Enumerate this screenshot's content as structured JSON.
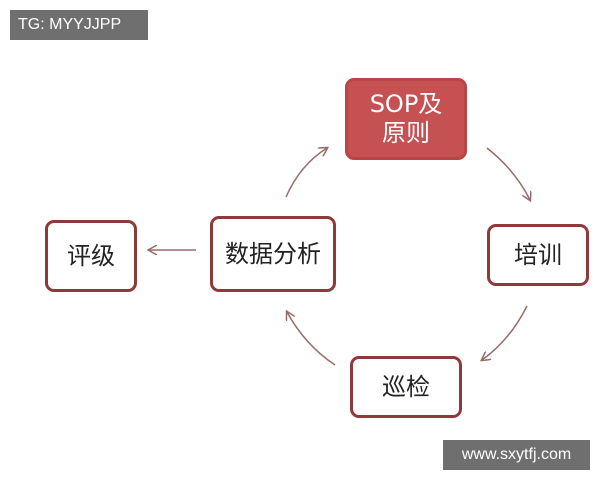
{
  "watermarks": {
    "top_left": "TG: MYYJJPP",
    "bottom_right": "www.sxytfj.com"
  },
  "nodes": {
    "sop": {
      "line1": "SOP及",
      "line2": "原则"
    },
    "training": "培训",
    "inspection": "巡检",
    "analysis": "数据分析",
    "rating": "评级"
  },
  "colors": {
    "primary_fill": "#c65153",
    "border": "#8e3a3a",
    "arrow": "#9a6a6a"
  }
}
